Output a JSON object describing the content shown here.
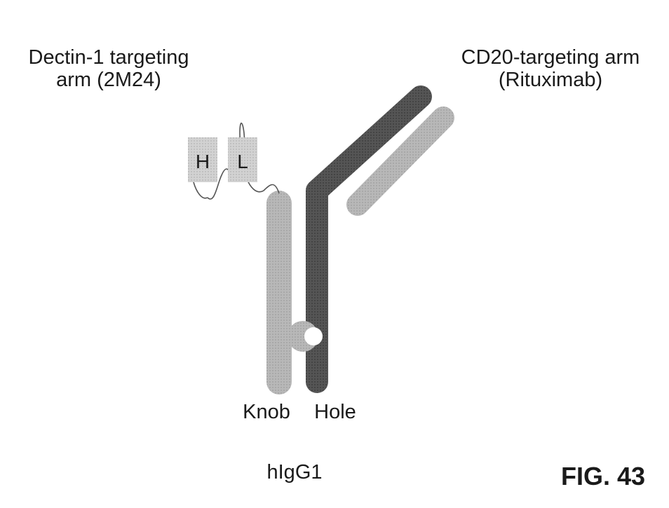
{
  "labels": {
    "left_arm_line1": "Dectin-1 targeting",
    "left_arm_line2": "arm (2M24)",
    "right_arm_line1": "CD20-targeting arm",
    "right_arm_line2": "(Rituximab)",
    "heavy_domain": "H",
    "light_domain": "L",
    "knob": "Knob",
    "hole": "Hole",
    "isotype": "hIgG1",
    "figure": "FIG. 43"
  },
  "colors": {
    "dark_chain": "#555555",
    "light_chain": "#b5b5b5",
    "domain_box": "#cfcfcf",
    "text": "#1a1a1a",
    "background": "#ffffff"
  }
}
